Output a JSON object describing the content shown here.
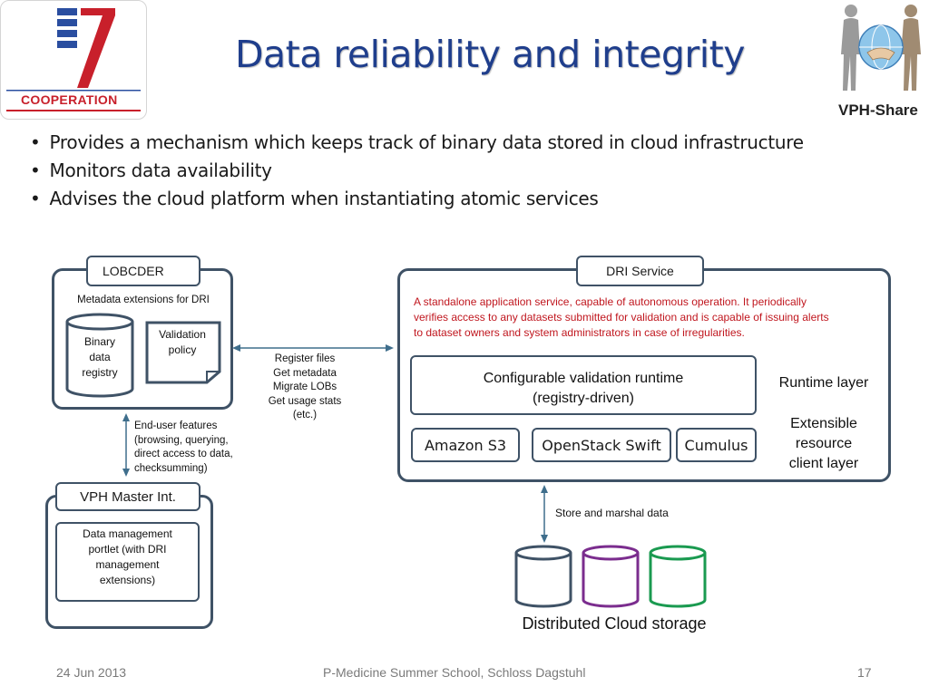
{
  "logos": {
    "left_text": "COOPERATION",
    "right_text": "VPH-Share"
  },
  "title": "Data reliability and integrity",
  "bullets": [
    "Provides a mechanism which keeps track of binary data stored in cloud infrastructure",
    "Monitors data availability",
    "Advises the cloud platform when instantiating atomic services"
  ],
  "lobcder": {
    "tab": "LOBCDER",
    "subtitle": "Metadata extensions for DRI",
    "binary_db": [
      "Binary",
      "data",
      "registry"
    ],
    "validation_policy": [
      "Validation",
      "policy"
    ]
  },
  "link_lobcder_dri": [
    "Register files",
    "Get metadata",
    "Migrate LOBs",
    "Get usage stats",
    "(etc.)"
  ],
  "link_enduser": [
    "End-user features",
    "(browsing, querying,",
    "direct access to data,",
    "checksumming)"
  ],
  "vph_master": {
    "tab": "VPH Master Int.",
    "portlet": [
      "Data management",
      "portlet (with DRI",
      "management",
      "extensions)"
    ]
  },
  "dri": {
    "tab": "DRI Service",
    "description": [
      "A standalone application service, capable of autonomous operation. It periodically",
      "verifies access to any datasets submitted for validation and is capable of issuing alerts",
      "to dataset owners and system administrators in case of irregularities."
    ],
    "runtime": [
      "Configurable validation runtime",
      "(registry-driven)"
    ],
    "runtime_layer": "Runtime layer",
    "clients": [
      "Amazon S3",
      "OpenStack Swift",
      "Cumulus"
    ],
    "client_layer": [
      "Extensible",
      "resource",
      "client layer"
    ]
  },
  "storage_link": "Store and marshal data",
  "storage": {
    "label": "Distributed Cloud storage",
    "colors": [
      "#3f5266",
      "#7b2d8e",
      "#1a9a50"
    ]
  },
  "footer": {
    "date": "24 Jun 2013",
    "event": "P-Medicine Summer School, Schloss Dagstuhl",
    "page": "17"
  }
}
